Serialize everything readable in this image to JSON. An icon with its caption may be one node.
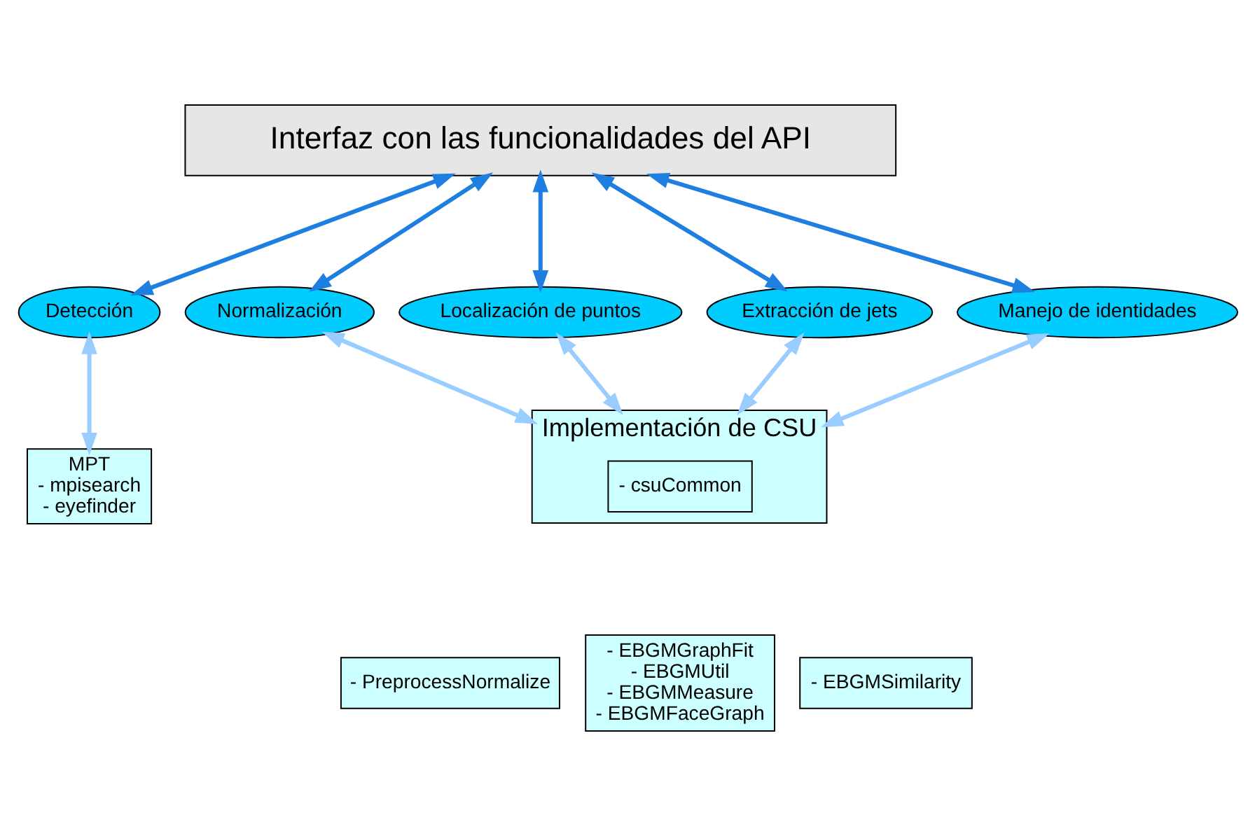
{
  "diagram": {
    "nodes": [
      {
        "text": [
          "Interfaz con las funcionalidades del API"
        ]
      },
      {
        "text": [
          "Detección"
        ]
      },
      {
        "text": [
          "Normalización"
        ]
      },
      {
        "text": [
          "Localización de puntos"
        ]
      },
      {
        "text": [
          "Extracción de jets"
        ]
      },
      {
        "text": [
          "Manejo de identidades"
        ]
      },
      {
        "text": [
          "MPT",
          "- mpisearch",
          "- eyefinder"
        ]
      },
      {
        "text": [
          "Implementación de CSU"
        ]
      },
      {
        "text": [
          "- csuCommon"
        ],
        "in": 7
      },
      {
        "text": [
          "- PreprocessNormalize"
        ]
      },
      {
        "text": [
          "- EBGMGraphFit",
          "- EBGMUtil",
          "- EBGMMeasure",
          "- EBGMFaceGraph"
        ]
      },
      {
        "text": [
          "- EBGMSimilarity"
        ]
      }
    ],
    "edges": [
      {
        "from": 0,
        "to": 1,
        "arrow": "both"
      },
      {
        "from": 0,
        "to": 2,
        "arrow": "both"
      },
      {
        "from": 0,
        "to": 3,
        "arrow": "both"
      },
      {
        "from": 0,
        "to": 4,
        "arrow": "both"
      },
      {
        "from": 0,
        "to": 5,
        "arrow": "both"
      },
      {
        "from": 1,
        "to": 6,
        "arrow": "both",
        "color": "#99ccff"
      },
      {
        "from": 2,
        "to": 7,
        "arrow": "both",
        "color": "#99ccff"
      },
      {
        "from": 3,
        "to": 7,
        "arrow": "both",
        "color": "#99ccff"
      },
      {
        "from": 4,
        "to": 7,
        "arrow": "both",
        "color": "#99ccff"
      },
      {
        "from": 5,
        "to": 7,
        "arrow": "both",
        "color": "#99ccff"
      }
    ]
  }
}
